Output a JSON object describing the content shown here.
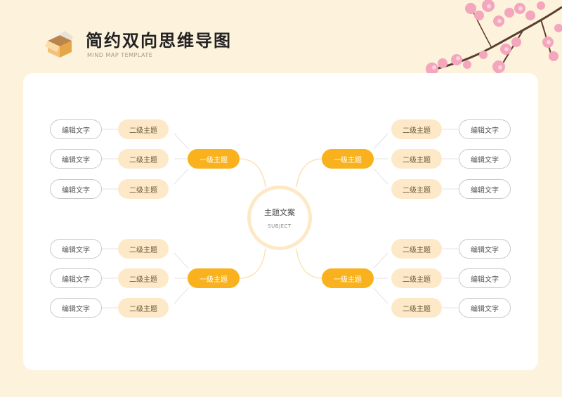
{
  "header": {
    "title": "简约双向思维导图",
    "subtitle": "MIND MAP TEMPLATE"
  },
  "center": {
    "title": "主题文案",
    "subtitle": "SUBJECT"
  },
  "groups": [
    {
      "side": "left",
      "l1": "一级主题",
      "l2": [
        "二级主题",
        "二级主题",
        "二级主题"
      ],
      "leaves": [
        "编辑文字",
        "编辑文字",
        "编辑文字"
      ]
    },
    {
      "side": "right",
      "l1": "一级主题",
      "l2": [
        "二级主题",
        "二级主题",
        "二级主题"
      ],
      "leaves": [
        "编辑文字",
        "编辑文字",
        "编辑文字"
      ]
    },
    {
      "side": "left",
      "l1": "一级主题",
      "l2": [
        "二级主题",
        "二级主题",
        "二级主题"
      ],
      "leaves": [
        "编辑文字",
        "编辑文字",
        "编辑文字"
      ]
    },
    {
      "side": "right",
      "l1": "一级主题",
      "l2": [
        "二级主题",
        "二级主题",
        "二级主题"
      ],
      "leaves": [
        "编辑文字",
        "编辑文字",
        "编辑文字"
      ]
    }
  ],
  "colors": {
    "background": "#fdf2dc",
    "level1": "#f9b21d",
    "level2": "#fde9c7",
    "leaf_border": "#c9c9c9",
    "blossom": "#f4a6bd",
    "branch": "#5a3e30"
  },
  "icons": {
    "logo": "open-box-icon",
    "decoration": "cherry-blossom-branch"
  }
}
